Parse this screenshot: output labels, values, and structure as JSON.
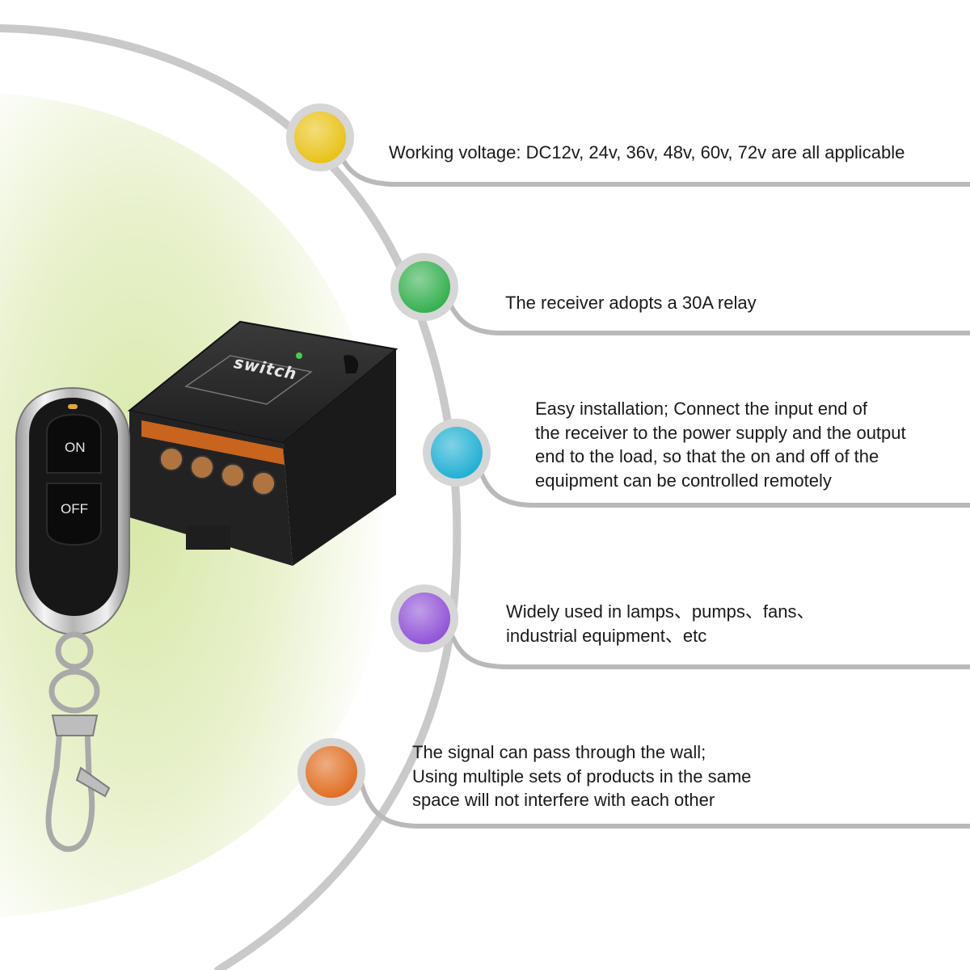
{
  "features": [
    {
      "name": "voltage",
      "color": "#e8c10f",
      "lines": [
        "Working voltage: DC12v, 24v, 36v, 48v, 60v, 72v are all applicable"
      ]
    },
    {
      "name": "relay",
      "color": "#2fae4a",
      "lines": [
        "The receiver adopts a 30A relay"
      ]
    },
    {
      "name": "installation",
      "color": "#1aaed2",
      "lines": [
        "Easy installation; Connect the input end of",
        "the receiver to the power supply and the output",
        "end to the load, so that the on and off of the",
        "equipment can be controlled remotely"
      ]
    },
    {
      "name": "usage",
      "color": "#8e4fd6",
      "lines": [
        "Widely used in lamps、pumps、fans、",
        "industrial equipment、etc"
      ]
    },
    {
      "name": "signal",
      "color": "#e06a1c",
      "lines": [
        "The signal can pass through the wall;",
        "Using multiple sets of products in the same",
        "space will not interfere with each other"
      ]
    }
  ],
  "remote": {
    "on_label": "ON",
    "off_label": "OFF"
  },
  "receiver": {
    "brand": "switch"
  },
  "colors": {
    "arc": "#c9c9c9",
    "glow": "#e3efc4",
    "device_dark": "#2a2a2a",
    "terminal_bar": "#c8641e"
  }
}
